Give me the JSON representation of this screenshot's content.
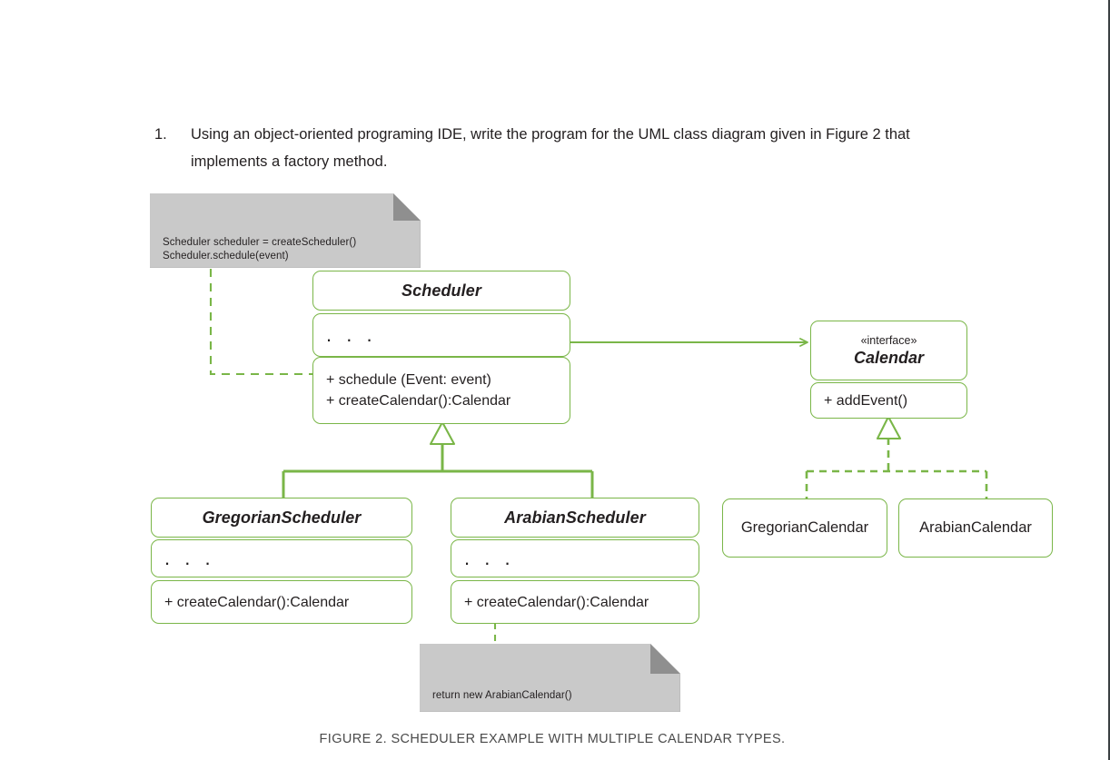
{
  "question": {
    "number": "1.",
    "text": "Using an object-oriented programing IDE, write the program for the UML class diagram given in Figure 2 that implements a factory method."
  },
  "caption": "FIGURE 2. SCHEDULER EXAMPLE WITH MULTIPLE CALENDAR TYPES.",
  "colors": {
    "line": "#7ab648",
    "note_fill": "#c9c9c9",
    "note_fold": "#8f8f8f",
    "text": "#231f20",
    "caption": "#4a4a4a"
  },
  "notes": [
    {
      "id": "scheduler-usage-note",
      "text": "Scheduler scheduler = createScheduler()\nScheduler.schedule(event)"
    },
    {
      "id": "arabian-return-note",
      "text": "return new ArabianCalendar()"
    }
  ],
  "classes": {
    "scheduler": {
      "name": "Scheduler",
      "attributes": ". . .",
      "operations": "+ schedule (Event: event)\n+ createCalendar():Calendar"
    },
    "calendar": {
      "stereotype": "«interface»",
      "name": "Calendar",
      "operations": "+ addEvent()"
    },
    "gregorian_scheduler": {
      "name": "GregorianScheduler",
      "attributes": ". . .",
      "operations": "+ createCalendar():Calendar"
    },
    "arabian_scheduler": {
      "name": "ArabianScheduler",
      "attributes": ". . .",
      "operations": "+ createCalendar():Calendar"
    },
    "gregorian_calendar": {
      "name": "GregorianCalendar"
    },
    "arabian_calendar": {
      "name": "ArabianCalendar"
    }
  },
  "relationships": [
    {
      "id": "scheduler-uses-calendar",
      "type": "dependency-arrow",
      "from": "Scheduler",
      "to": "Calendar"
    },
    {
      "id": "scheduler-generalization",
      "type": "generalization",
      "from": "GregorianScheduler, ArabianScheduler",
      "to": "Scheduler"
    },
    {
      "id": "calendar-realization",
      "type": "realization",
      "from": "GregorianCalendar, ArabianCalendar",
      "to": "Calendar"
    },
    {
      "id": "note-anchor-scheduler",
      "type": "note-anchor",
      "from": "scheduler-usage-note",
      "to": "Scheduler"
    },
    {
      "id": "note-anchor-arabian",
      "type": "note-anchor",
      "from": "arabian-return-note",
      "to": "ArabianScheduler"
    }
  ]
}
